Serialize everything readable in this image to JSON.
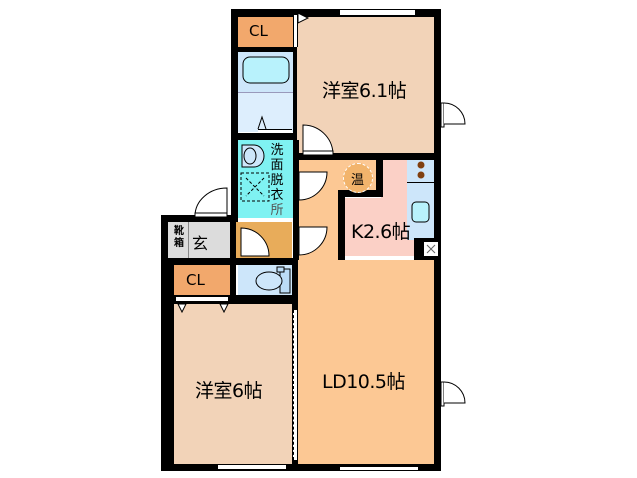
{
  "floor_plan": {
    "rooms": [
      {
        "id": "western-room-1",
        "label": "洋室6.1帖",
        "color": "#f2d3b8"
      },
      {
        "id": "western-room-2",
        "label": "洋室6帖",
        "color": "#f2d3b8"
      },
      {
        "id": "living-dining",
        "label": "LD10.5帖",
        "color": "#fcc894"
      },
      {
        "id": "kitchen",
        "label": "K2.6帖",
        "color": "#fbd0c6"
      },
      {
        "id": "washroom",
        "label": "洗面脱衣所",
        "color": "#7ff2f2"
      },
      {
        "id": "entrance",
        "label": "玄",
        "color": "#dcdcdc"
      },
      {
        "id": "shoe-box",
        "label": "靴箱"
      },
      {
        "id": "closet-1",
        "label": "CL",
        "color": "#f2a86c"
      },
      {
        "id": "closet-2",
        "label": "CL",
        "color": "#f2a86c"
      },
      {
        "id": "water-heater",
        "label": "温",
        "color": "#f2b46c"
      },
      {
        "id": "bathroom",
        "color": "#cde6fa"
      },
      {
        "id": "toilet",
        "color": "#cde6fa"
      },
      {
        "id": "hallway",
        "color": "#fcc894"
      }
    ],
    "washroom_chars": [
      "洗",
      "面",
      "脱",
      "衣",
      "所"
    ],
    "shoe_chars": [
      "靴",
      "箱"
    ]
  }
}
